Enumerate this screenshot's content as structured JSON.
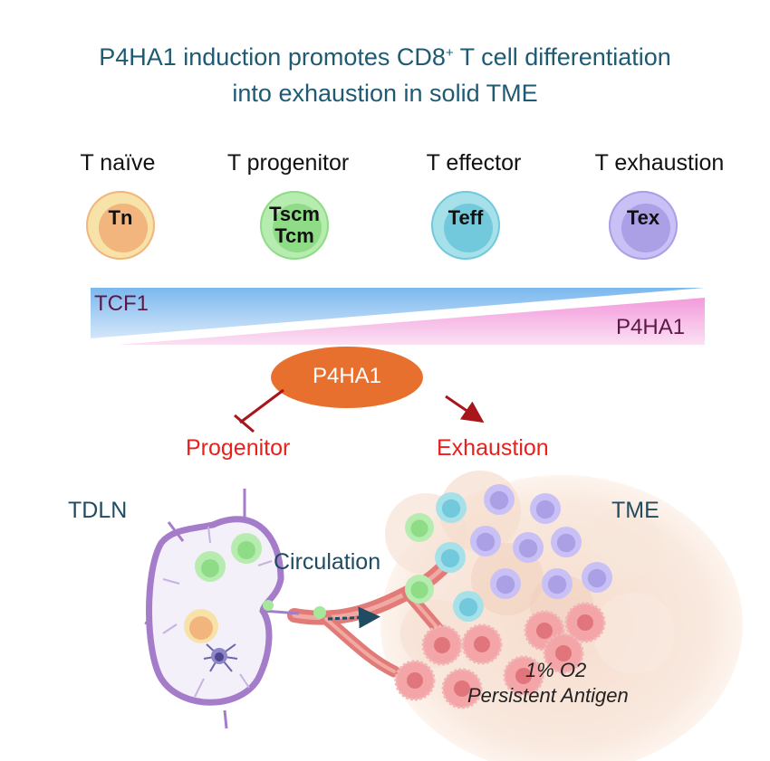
{
  "title": {
    "line1_pre": "P4HA1 induction promotes CD8",
    "line1_sup": "+",
    "line1_post": " T cell differentiation",
    "line2": "into exhaustion in solid TME"
  },
  "stages": [
    {
      "label": "T naïve",
      "cell": [
        "Tn"
      ],
      "color": "#f7e2a8",
      "nucleus": "#f2b57e"
    },
    {
      "label": "T progenitor",
      "cell": [
        "Tscm",
        "Tcm"
      ],
      "color": "#b7ecb0",
      "nucleus": "#8fdc87"
    },
    {
      "label": "T effector",
      "cell": [
        "Teff"
      ],
      "color": "#a6e1ea",
      "nucleus": "#73c9dc"
    },
    {
      "label": "T exhaustion",
      "cell": [
        "Tex"
      ],
      "color": "#c9c0f5",
      "nucleus": "#ab9fe6"
    }
  ],
  "gradients": {
    "tcf1": {
      "label": "TCF1",
      "color": "#7ab8ee",
      "trend": "decreasing"
    },
    "p4ha1": {
      "label": "P4HA1",
      "color": "#f39bdc",
      "trend": "increasing"
    }
  },
  "regulator": {
    "label": "P4HA1",
    "color": "#e8702f"
  },
  "effects": {
    "inhibits": "Progenitor",
    "promotes": "Exhaustion"
  },
  "locations": {
    "lymph_node": "TDLN",
    "circulation": "Circulation",
    "tumor": "TME"
  },
  "tme_conditions": {
    "oxygen": "1% O2",
    "antigen": "Persistent Antigen"
  }
}
